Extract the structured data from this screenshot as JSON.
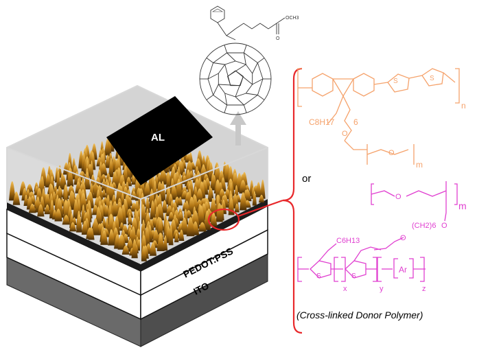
{
  "device": {
    "layers": [
      "PEDOT:PSS",
      "ITO"
    ],
    "electrode_label": "AL"
  },
  "pcbm": {
    "substituent": "OCH3"
  },
  "polymers": {
    "separator": "or",
    "caption": "(Cross-linked Donor Polymer)",
    "orange": {
      "color": "#f5a26b",
      "side_chain": "C8H17",
      "hexyl_index": "6",
      "n_label": "n",
      "m_label": "m"
    },
    "magenta": {
      "color": "#e03fd0",
      "alkyl_chain": "C6H13",
      "spacer": "(CH2)6",
      "m_label": "m",
      "x_label": "x",
      "y_label": "y",
      "z_label": "z",
      "ar_label": "Ar",
      "hetero_s": "S",
      "hetero_o": "O"
    }
  },
  "colors": {
    "bracket": "#e8282b",
    "highlight": "#e8282b",
    "arrow": "#c8c8c8"
  }
}
